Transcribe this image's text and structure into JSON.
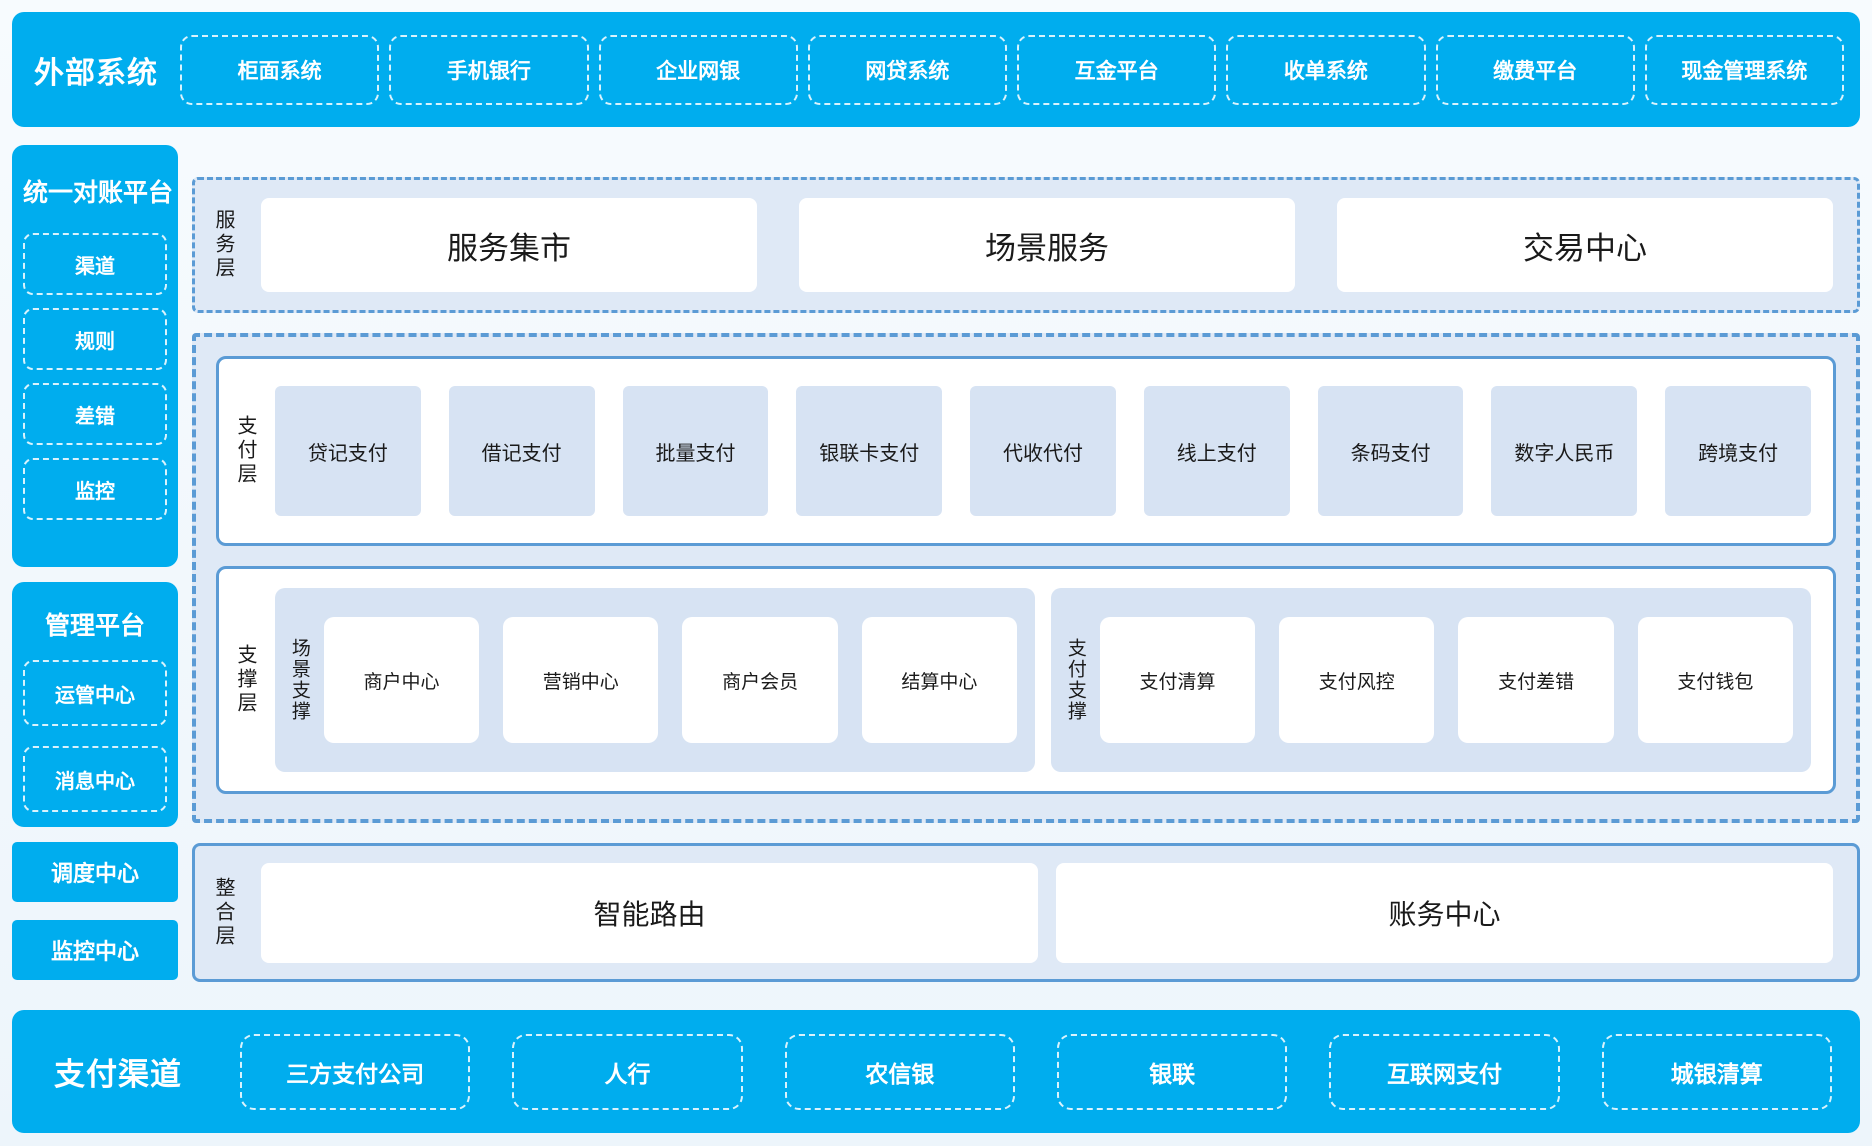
{
  "colors": {
    "brand_blue": "#00ADEE",
    "panel_light_blue": "#dfe9f6",
    "cell_light_blue": "#d7e3f3",
    "border_steel_blue": "#5b9bd5",
    "card_white": "#ffffff",
    "text_dark": "#1a1a1a",
    "text_white": "#ffffff",
    "page_background": "#eef5fb"
  },
  "external_systems": {
    "title": "外部系统",
    "items": [
      "柜面系统",
      "手机银行",
      "企业网银",
      "网贷系统",
      "互金平台",
      "收单系统",
      "缴费平台",
      "现金管理系统"
    ]
  },
  "reconciliation_platform": {
    "title": "统一对账平台",
    "items": [
      "渠道",
      "规则",
      "差错",
      "监控"
    ]
  },
  "management_platform": {
    "title": "管理平台",
    "items": [
      "运管中心",
      "消息中心"
    ]
  },
  "standalone_centers": [
    "调度中心",
    "监控中心"
  ],
  "service_layer": {
    "label": "服务层",
    "cards": [
      "服务集市",
      "场景服务",
      "交易中心"
    ]
  },
  "payment_layer": {
    "label": "支付层",
    "cells": [
      "贷记支付",
      "借记支付",
      "批量支付",
      "银联卡支付",
      "代收代付",
      "线上支付",
      "条码支付",
      "数字人民币",
      "跨境支付"
    ]
  },
  "support_layer": {
    "label": "支撑层",
    "groups": [
      {
        "label": "场景支撑",
        "cards": [
          "商户中心",
          "营销中心",
          "商户会员",
          "结算中心"
        ]
      },
      {
        "label": "支付支撑",
        "cards": [
          "支付清算",
          "支付风控",
          "支付差错",
          "支付钱包"
        ]
      }
    ]
  },
  "integration_layer": {
    "label": "整合层",
    "cards": [
      "智能路由",
      "账务中心"
    ]
  },
  "payment_channels": {
    "title": "支付渠道",
    "items": [
      "三方支付公司",
      "人行",
      "农信银",
      "银联",
      "互联网支付",
      "城银清算"
    ]
  }
}
